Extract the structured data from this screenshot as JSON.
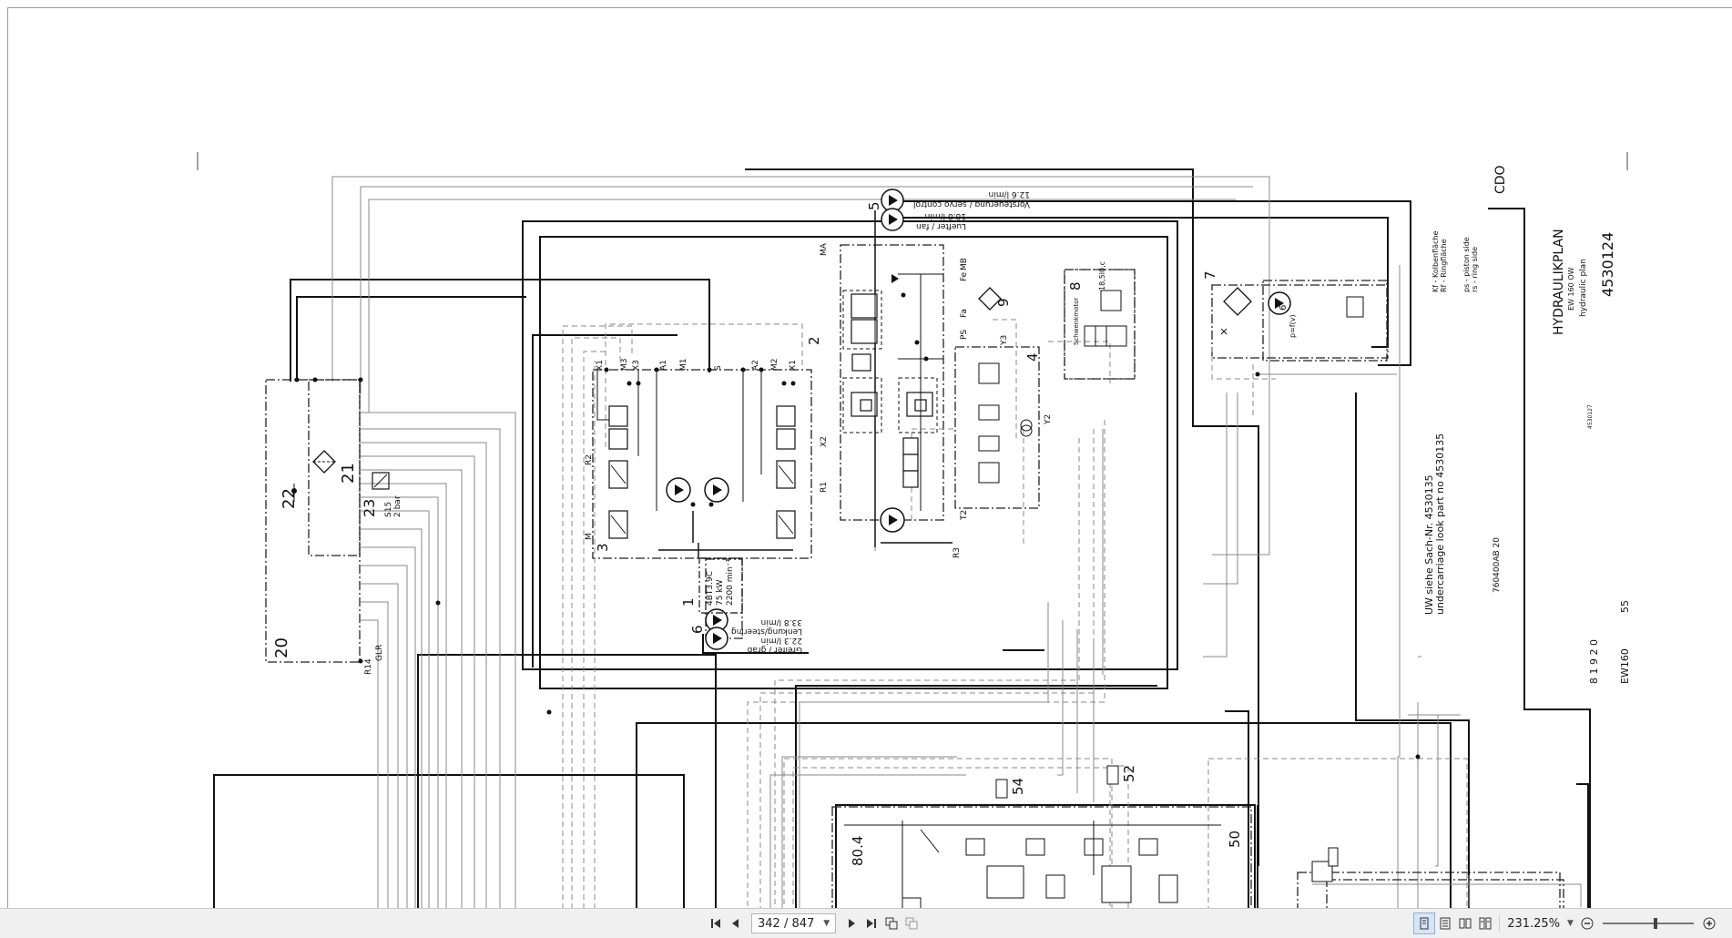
{
  "viewer": {
    "page_current": "342",
    "page_total": "847",
    "page_display": "342 / 847",
    "zoom": "231.25%",
    "zoom_fraction": 0.58
  },
  "diagram": {
    "title": "HYDRAULIKPLAN",
    "subtitle_model": "EW 160  OW",
    "subtitle_en": "hydraulic plan",
    "part_number": "4530124",
    "code": "CDO",
    "legend_kf": "Kf - Kolbenfläche",
    "legend_rf": "Rf - Ringfläche",
    "legend_ps": "ps - piston side",
    "legend_rs": "rs - ring side",
    "uw_note_de": "UW siehe Sach-Nr. 4530135",
    "uw_note_en": "undercarriage look part no 4530135",
    "ref_760400": "760400AB   20",
    "ref_81920": "8 1 9 2 0",
    "ref_55": "55",
    "ref_ew160": "EW160",
    "ref_small": "4530127",
    "pump_servo": "12.6 l/min",
    "pump_servo_label": "Vorsteuerung / servo control",
    "pump_fan": "18.8 l/min",
    "pump_fan_label": "Luefter / fan",
    "pump_steer": "33.8 l/min",
    "pump_steer_label": "Lenkung/steering",
    "pump_grab": "22.3 l/min",
    "pump_grab_label": "Greifer / grab",
    "engine_1": "4BT3.9C",
    "engine_2": "75 kW",
    "engine_3": "2200 min⁻¹",
    "valve_23": "S15",
    "valve_23_bar": "2 bar",
    "r14": "R14",
    "glr": "GLR",
    "schwenk": "Schwenkmotor",
    "schwenk_val": "18,5l0,c",
    "p6_label": "p=f(v)",
    "n1": "1",
    "n2": "2",
    "n3": "3",
    "n4": "4",
    "n5": "5",
    "n6": "6",
    "n7": "7",
    "n8": "8",
    "n9": "9",
    "n20": "20",
    "n21": "21",
    "n22": "22",
    "n23": "23",
    "n50": "50",
    "n52": "52",
    "n54": "54",
    "n804": "80.4",
    "port_X1": "X1",
    "port_M3": "M3",
    "port_X3": "X3",
    "port_A1": "A1",
    "port_M1": "M1",
    "port_S": "S",
    "port_A2": "A2",
    "port_M2": "M2",
    "port_X12": "X1",
    "port_R2": "R2",
    "port_M": "M",
    "port_MA": "MA",
    "port_MB": "MB",
    "port_Fe": "Fe",
    "port_Fa": "Fa",
    "port_PS": "PS",
    "port_Y3": "Y3",
    "port_Y2": "Y2",
    "port_T2": "T2",
    "port_R3": "R3",
    "port_X2": "X2",
    "port_R1": "R1"
  }
}
